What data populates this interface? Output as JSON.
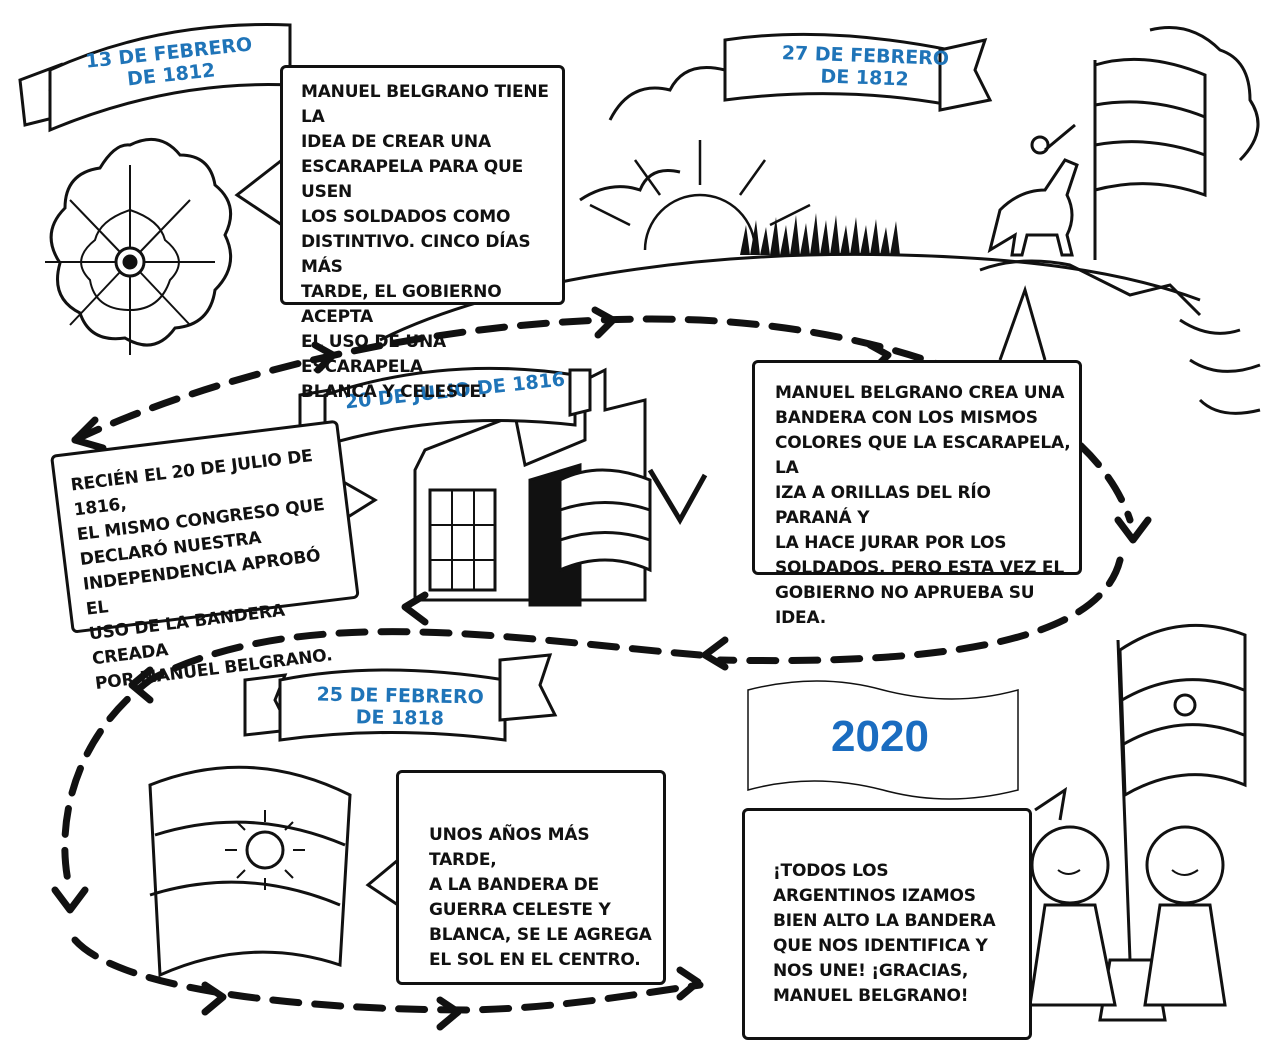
{
  "timeline": [
    {
      "date": "13 DE FEBRERO\nDE 1812",
      "text": "MANUEL BELGRANO TIENE LA\nIDEA DE CREAR UNA\nESCARAPELA PARA QUE USEN\nLOS SOLDADOS COMO\nDISTINTIVO. CINCO DÍAS MÁS\nTARDE, EL GOBIERNO ACEPTA\nEL USO DE UNA ESCARAPELA\nBLANCA Y CELESTE."
    },
    {
      "date": "27 DE FEBRERO\nDE 1812",
      "text": "MANUEL BELGRANO CREA UNA\nBANDERA CON LOS MISMOS\nCOLORES QUE LA ESCARAPELA, LA\nIZA A ORILLAS DEL RÍO PARANÁ Y\nLA HACE JURAR POR LOS\nSOLDADOS. PERO ESTA VEZ EL\nGOBIERNO NO APRUEBA SU IDEA."
    },
    {
      "date": "20 DE JULIO DE 1816",
      "text": "RECIÉN EL 20 DE JULIO DE 1816,\nEL MISMO CONGRESO QUE\nDECLARÓ NUESTRA\nINDEPENDENCIA APROBÓ EL\nUSO DE LA BANDERA CREADA\nPOR MANUEL BELGRANO."
    },
    {
      "date": "25 DE FEBRERO\nDE 1818",
      "text": "UNOS AÑOS MÁS TARDE,\nA LA BANDERA DE\nGUERRA CELESTE Y\nBLANCA, SE LE AGREGA\nEL SOL EN EL CENTRO."
    },
    {
      "date": "2020",
      "text": "¡TODOS LOS\nARGENTINOS IZAMOS\nBIEN ALTO LA BANDERA\nQUE NOS IDENTIFICA Y\nNOS UNE! ¡GRACIAS,\nMANUEL BELGRANO!"
    }
  ],
  "colors": {
    "date_text": "#1f74b8",
    "year_text": "#1a6cc0",
    "ink": "#111111"
  }
}
